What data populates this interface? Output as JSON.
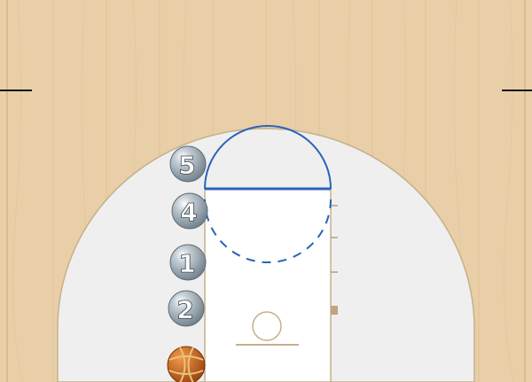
{
  "colors": {
    "floor": "#e9cfa8",
    "floor_grain": "#d9b98c",
    "paint_area": "#efefef",
    "lines": "#c6b08a",
    "circle_line": "#2a62b8",
    "marker_fill": "#9aa7b1",
    "marker_text": "#ffffff",
    "sideline_marks": "#111111",
    "ball_orange": "#c8641e",
    "ball_seam": "#e9c27a"
  },
  "players": [
    {
      "id": "player-5",
      "label": "5"
    },
    {
      "id": "player-4",
      "label": "4"
    },
    {
      "id": "player-1",
      "label": "1"
    },
    {
      "id": "player-2",
      "label": "2"
    }
  ],
  "ball": {
    "icon": "basketball-icon"
  }
}
